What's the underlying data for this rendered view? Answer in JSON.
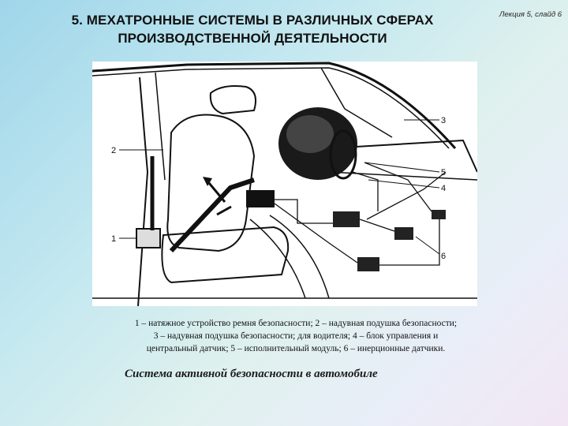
{
  "slide": {
    "title_line1": "5. МЕХАТРОННЫЕ СИСТЕМЫ В РАЗЛИЧНЫХ СФЕРАХ",
    "title_line2": "ПРОИЗВОДСТВЕННОЙ ДЕЯТЕЛЬНОСТИ",
    "reference": "Лекция 5, слайд 6"
  },
  "figure": {
    "callouts": [
      "1",
      "2",
      "3",
      "4",
      "5",
      "6"
    ]
  },
  "caption": {
    "line1": "1 – натяжное устройство ремня безопасности; 2 – надувная подушка безопасности;",
    "line2": "3 – надувная подушка безопасности; для водителя; 4 – блок управления и",
    "line3": "центральный датчик; 5 – исполнительный модуль; 6 – инерционные датчики."
  },
  "subtitle": "Система активной безопасности в автомобиле"
}
